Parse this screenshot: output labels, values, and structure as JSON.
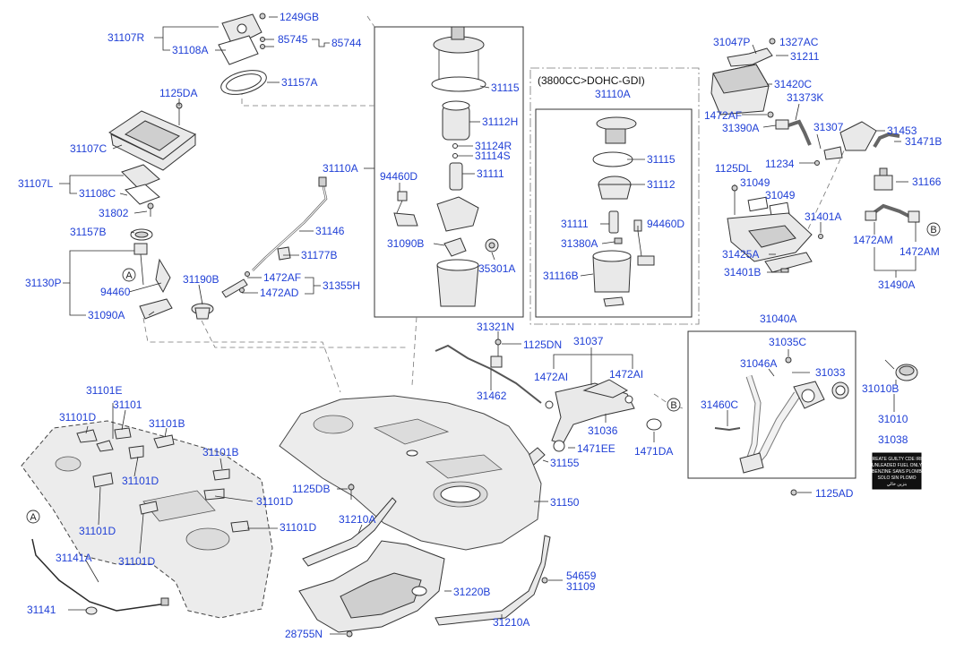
{
  "colors": {
    "label": "#1f3fd6",
    "line": "#2a2a2a",
    "part": "#e9e9e9",
    "background": "#ffffff"
  },
  "group_header": "(3800CC>DOHC-GDI)",
  "ref_markers": {
    "a": "A",
    "b": "B"
  },
  "caution_label": {
    "lines": [
      "CREATE GUILTY CDE IRIS",
      "UNLEADED FUEL ONLY",
      "BENZINE SANS PLOMB",
      "SOLO SIN PLOMO",
      "بنزين خالي"
    ]
  },
  "labels": {
    "l1249GB": "1249GB",
    "l31107R": "31107R",
    "l85745": "85745",
    "l85744": "85744",
    "l31108A": "31108A",
    "l31157A": "31157A",
    "l1125DA": "1125DA",
    "l31107C": "31107C",
    "l31107L": "31107L",
    "l31108C": "31108C",
    "l31802": "31802",
    "l31157B": "31157B",
    "l31130P": "31130P",
    "l94460": "94460",
    "l31090A": "31090A",
    "l31190B": "31190B",
    "l31146": "31146",
    "l31177B": "31177B",
    "l1472AF_a": "1472AF",
    "l1472AD": "1472AD",
    "l31355H": "31355H",
    "l31110A_main": "31110A",
    "l31115_main": "31115",
    "l31112H": "31112H",
    "l31124R": "31124R",
    "l31114S": "31114S",
    "l31111_main": "31111",
    "l94460D_main": "94460D",
    "l31090B": "31090B",
    "l35301A": "35301A",
    "l31110A_gdi": "31110A",
    "l31115_gdi": "31115",
    "l31112_gdi": "31112",
    "l31111_gdi": "31111",
    "l94460D_gdi": "94460D",
    "l31380A": "31380A",
    "l31116B": "31116B",
    "l31047P": "31047P",
    "l1327AC": "1327AC",
    "l31211": "31211",
    "l31420C": "31420C",
    "l31373K": "31373K",
    "l1472AF_b": "1472AF",
    "l31390A": "31390A",
    "l31307": "31307",
    "l31453": "31453",
    "l31471B": "31471B",
    "l11234": "11234",
    "l1125DL": "1125DL",
    "l31049_a": "31049",
    "l31049_b": "31049",
    "l31166": "31166",
    "l31401A": "31401A",
    "l31425A": "31425A",
    "l31401B": "31401B",
    "l1472AM_a": "1472AM",
    "l1472AM_b": "1472AM",
    "l31490A": "31490A",
    "l31321N": "31321N",
    "l1125DN": "1125DN",
    "l31037": "31037",
    "l1472AI_a": "1472AI",
    "l1472AI_b": "1472AI",
    "l31462": "31462",
    "l31036": "31036",
    "l1471EE": "1471EE",
    "l1471DA": "1471DA",
    "l31155": "31155",
    "l31040A": "31040A",
    "l31035C": "31035C",
    "l31046A": "31046A",
    "l31033": "31033",
    "l31460C": "31460C",
    "l1125AD": "1125AD",
    "l31010B": "31010B",
    "l31010": "31010",
    "l31038": "31038",
    "l31101E": "31101E",
    "l31101": "31101",
    "l31101D_a": "31101D",
    "l31101B_a": "31101B",
    "l31101B_b": "31101B",
    "l31101D_b": "31101D",
    "l31101D_c": "31101D",
    "l31101D_d": "31101D",
    "l31101D_e": "31101D",
    "l31101D_f": "31101D",
    "l31141A": "31141A",
    "l31141": "31141",
    "l1125DB": "1125DB",
    "l31150": "31150",
    "l31210A_a": "31210A",
    "l31220B": "31220B",
    "l54659": "54659",
    "l31109": "31109",
    "l31210A_b": "31210A",
    "l28755N": "28755N"
  }
}
